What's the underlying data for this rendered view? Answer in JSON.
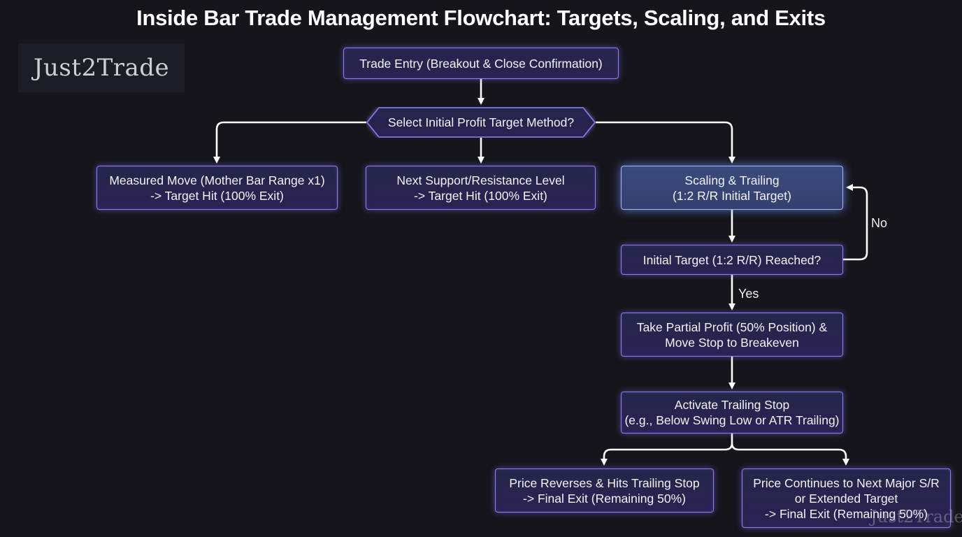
{
  "title": "Inside Bar Trade Management Flowchart: Targets, Scaling, and Exits",
  "logo_text": "Just2Trade",
  "watermark_text": "Just2Trade",
  "nodes": {
    "entry": "Trade Entry (Breakout & Close Confirmation)",
    "decision_method": "Select Initial Profit Target Method?",
    "measured_move": {
      "line1": "Measured Move (Mother Bar Range x1)",
      "line2": "-> Target Hit (100% Exit)"
    },
    "next_sr": {
      "line1": "Next Support/Resistance Level",
      "line2": "-> Target Hit (100% Exit)"
    },
    "scaling": {
      "line1": "Scaling & Trailing",
      "line2": "(1:2 R/R Initial Target)"
    },
    "decision_reached": "Initial Target (1:2 R/R) Reached?",
    "partial": {
      "line1": "Take Partial Profit (50% Position) &",
      "line2": "Move Stop to Breakeven"
    },
    "trailing": {
      "line1": "Activate Trailing Stop",
      "line2": "(e.g., Below Swing Low or ATR Trailing)"
    },
    "reverses": {
      "line1": "Price Reverses & Hits Trailing Stop",
      "line2": "-> Final Exit (Remaining 50%)"
    },
    "continues": {
      "line1": "Price Continues to Next Major S/R",
      "line2": "or Extended Target",
      "line3": "-> Final Exit (Remaining 50%)"
    }
  },
  "edge_labels": {
    "no": "No",
    "yes": "Yes"
  }
}
